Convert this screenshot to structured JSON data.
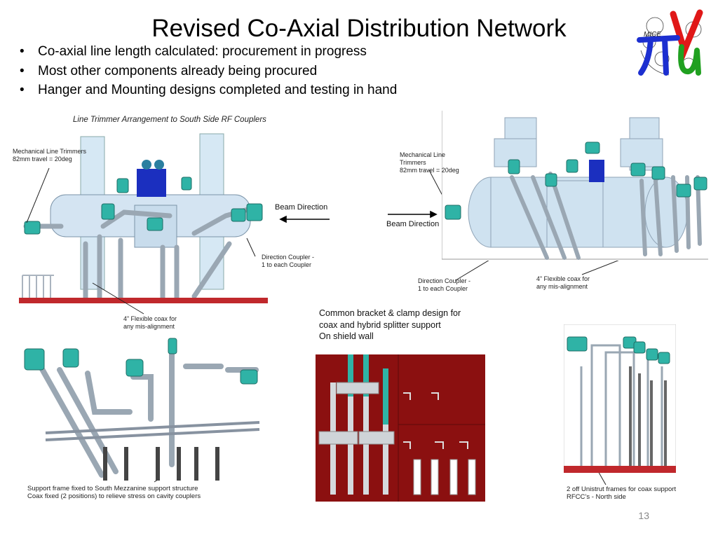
{
  "slide": {
    "title": "Revised Co-Axial Distribution Network",
    "bullets": [
      "Co-axial line length calculated: procurement in progress",
      "Most other components already being procured",
      "Hanger and Mounting designs completed and testing in hand"
    ],
    "page_number": "13"
  },
  "logo": {
    "text": "MICE"
  },
  "figure_left": {
    "heading": "Line Trimmer Arrangement to South Side RF Couplers",
    "trimmer_label_1": "Mechanical Line Trimmers",
    "trimmer_label_2": "82mm travel = 20deg",
    "coupler_label_1": "Direction Coupler -",
    "coupler_label_2": "1 to each Coupler",
    "coax_label_1": "4” Flexible coax for",
    "coax_label_2": "any mis-alignment",
    "beam_label": "Beam Direction"
  },
  "figure_right": {
    "trimmer_label_1": "Mechanical Line",
    "trimmer_label_2": "Trimmers",
    "trimmer_label_3": "82mm travel = 20deg",
    "beam_label": "Beam Direction",
    "coupler_label_1": "Direction Coupler -",
    "coupler_label_2": "1 to each Coupler",
    "coax_label_1": "4” Flexible coax for",
    "coax_label_2": "any mis-alignment"
  },
  "figure_mezzanine": {
    "caption_1": "Support frame fixed to South Mezzanine support structure",
    "caption_2": "Coax fixed (2 positions) to relieve stress on cavity couplers"
  },
  "figure_bracket": {
    "caption_1": "Common bracket & clamp design for",
    "caption_2": "coax and hybrid splitter support",
    "caption_3": "On shield wall"
  },
  "figure_unistrut": {
    "caption_1": "2 off Unistrut frames for coax support",
    "caption_2": "RFCC’s - North side"
  },
  "colors": {
    "coupler_teal": "#2fb3a6",
    "shield_wall": "#8b1010",
    "floor_red": "#c0282c",
    "tank_blue": "#cfe2f0"
  }
}
